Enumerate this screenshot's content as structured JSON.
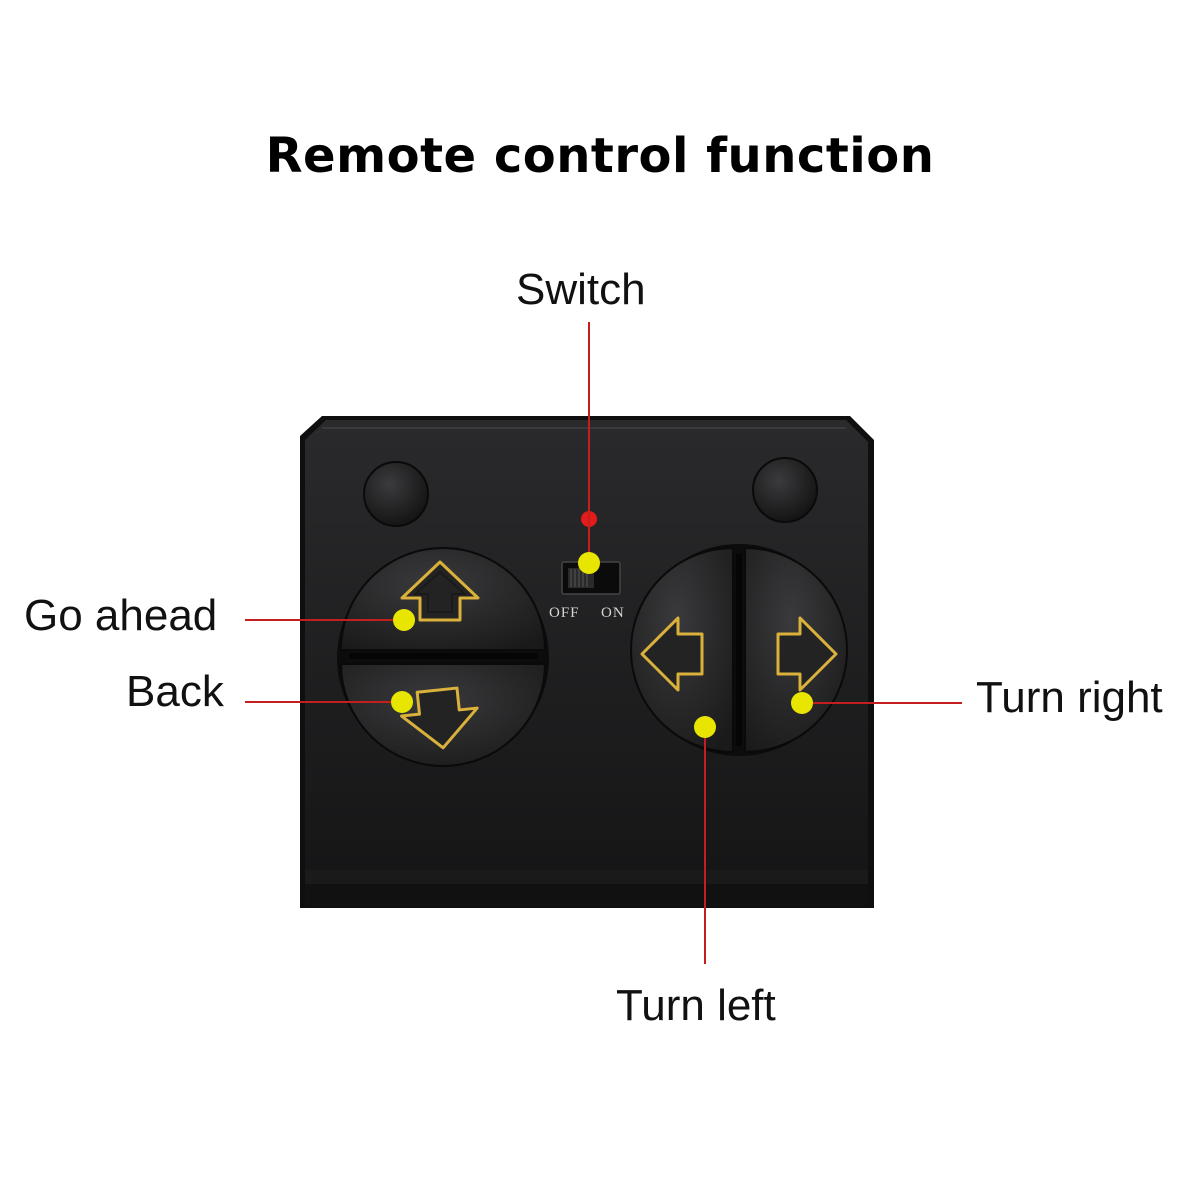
{
  "title": "Remote control function",
  "labels": {
    "switch": "Switch",
    "go_ahead": "Go ahead",
    "back": "Back",
    "turn_right": "Turn right",
    "turn_left": "Turn left"
  },
  "switch_positions": {
    "off": "OFF",
    "on": "ON"
  },
  "colors": {
    "leader_line": "#c41e1e",
    "marker_dot": "#e8e600",
    "remote_body": "#1b1b1d",
    "button_outline": "#d9b13b",
    "power_led": "#e21b1b"
  },
  "icons": [
    "up-arrow-icon",
    "down-arrow-icon",
    "left-arrow-icon",
    "right-arrow-icon"
  ]
}
